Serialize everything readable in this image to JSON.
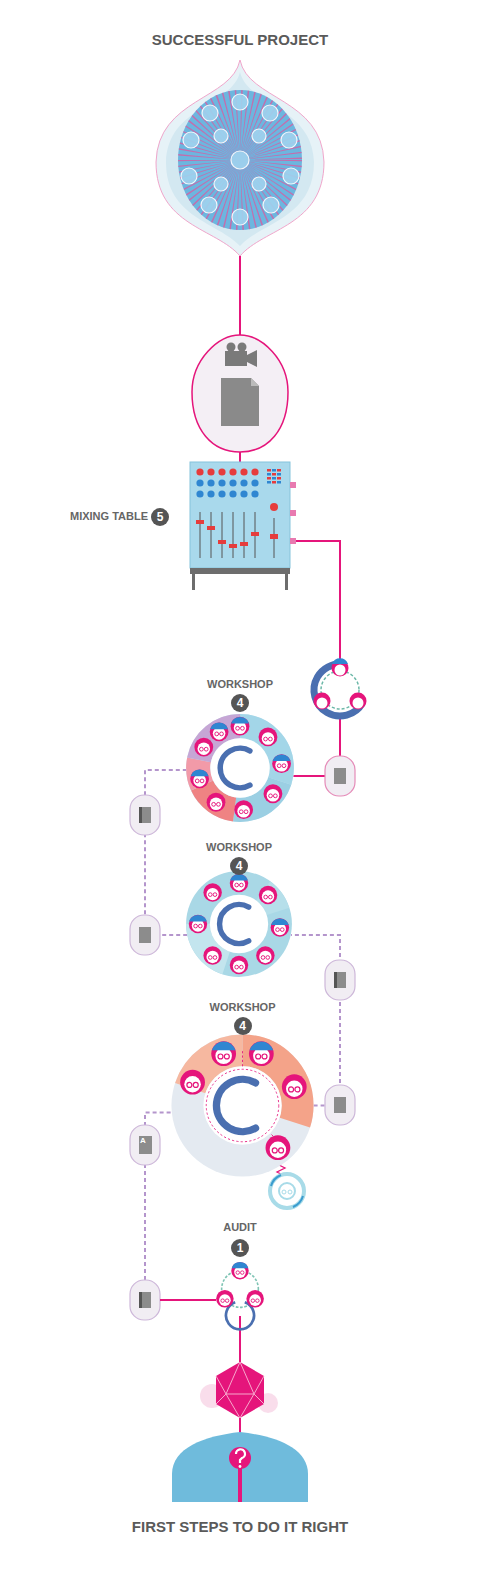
{
  "diagram": {
    "title": "SUCCESSFUL PROJECT",
    "caption": "FIRST STEPS TO DO IT RIGHT",
    "nodes": [
      {
        "text": [
          "MIXING TABLE",
          "5"
        ]
      },
      {
        "text": [
          "WORKSHOP",
          "4"
        ]
      },
      {
        "text": [
          "WORKSHOP",
          "4"
        ]
      },
      {
        "text": [
          "WORKSHOP",
          "4"
        ]
      },
      {
        "text": [
          "AUDIT",
          "1"
        ]
      }
    ],
    "edges": [
      {
        "from": 1,
        "to": 0,
        "arrow": "none"
      },
      {
        "from": 2,
        "to": 1,
        "arrow": "none"
      },
      {
        "from": 3,
        "to": 2,
        "arrow": "none"
      },
      {
        "from": 4,
        "to": 3,
        "arrow": "none"
      }
    ],
    "labels": [
      "A"
    ]
  }
}
